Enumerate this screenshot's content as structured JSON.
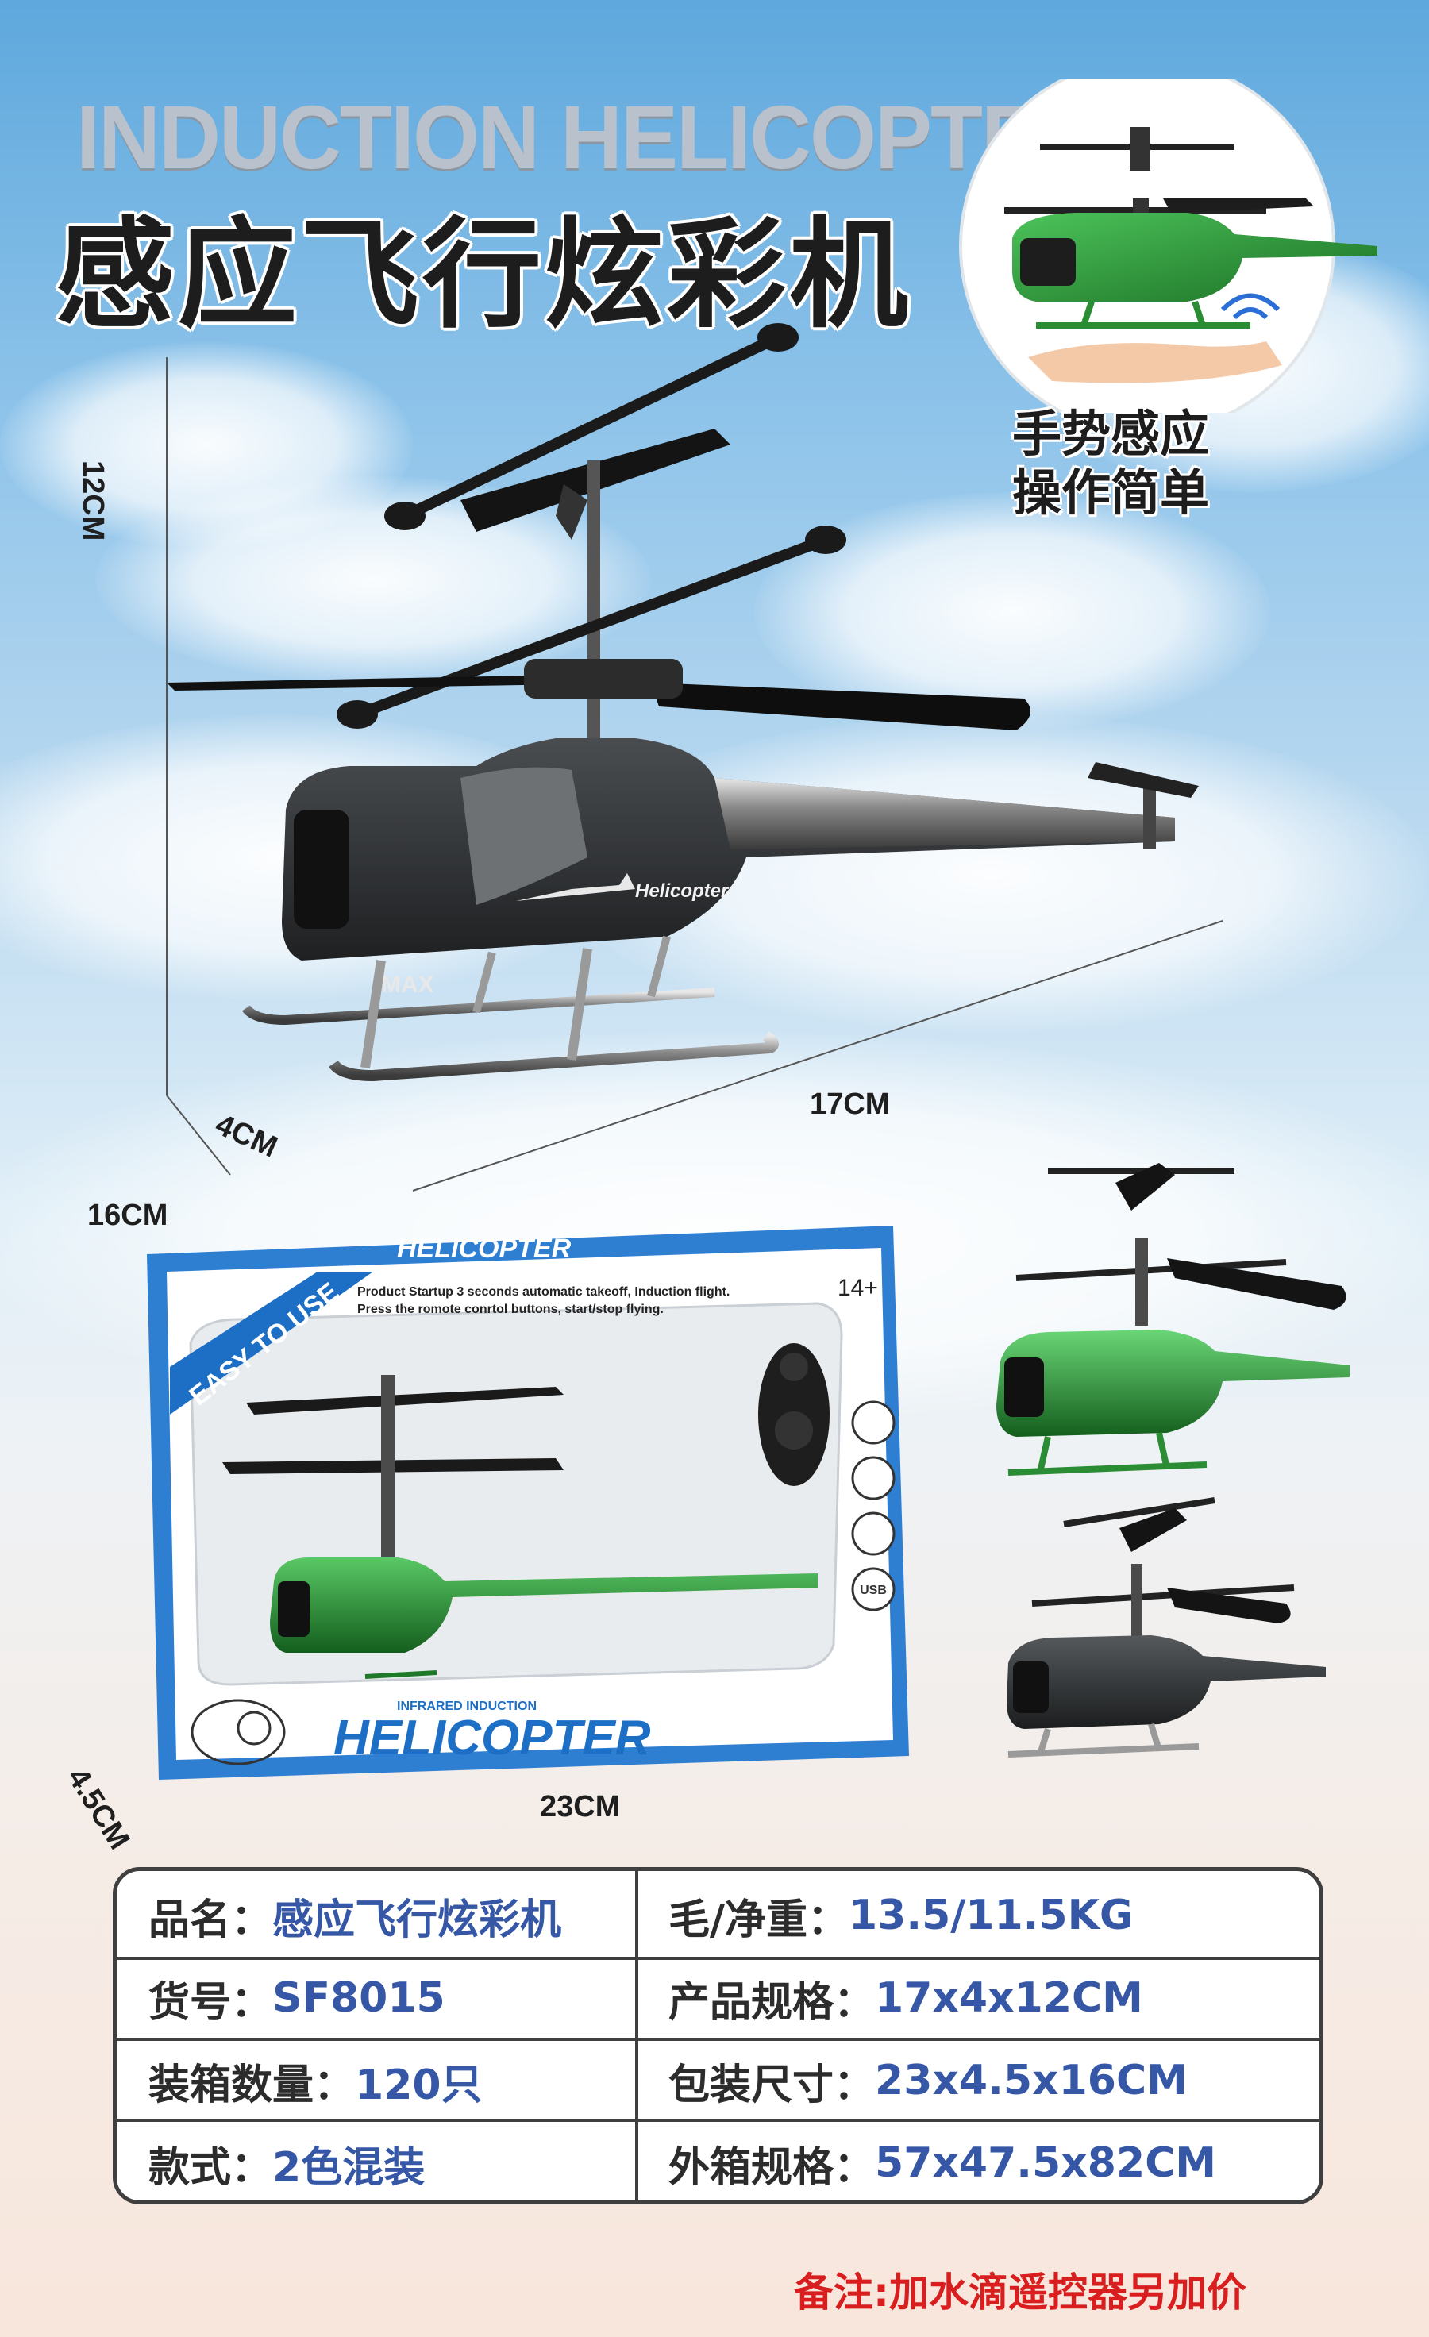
{
  "header": {
    "title_en": "INDUCTION HELICOPTER",
    "title_cn": "感应飞行炫彩机"
  },
  "gesture_callout": {
    "line1": "手势感应",
    "line2": "操作简单"
  },
  "dimensions": {
    "height": "12CM",
    "length": "17CM",
    "width": "4CM",
    "box_height": "16CM",
    "box_width": "23CM",
    "box_depth": "4.5CM"
  },
  "helicopter_labels": {
    "model": "MAX",
    "name": "Helicopter"
  },
  "package": {
    "top_brand": "HELICOPTER",
    "badge": "EASY TO USE",
    "description_line1": "Product Startup 3 seconds automatic takeoff, Induction flight.",
    "description_line2": "Press the romote conrtol buttons, start/stop flying.",
    "age": "14+",
    "sub_brand": "INFRARED INDUCTION",
    "brand": "HELICOPTER",
    "usb_label": "USB"
  },
  "specs": [
    {
      "left_key": "品名：",
      "left_val": "感应飞行炫彩机",
      "right_key": "毛/净重：",
      "right_val": "13.5/11.5KG"
    },
    {
      "left_key": "货号：",
      "left_val": "SF8015",
      "right_key": "产品规格：",
      "right_val": "17x4x12CM"
    },
    {
      "left_key": "装箱数量：",
      "left_val": "120只",
      "right_key": "包装尺寸：",
      "right_val": "23x4.5x16CM"
    },
    {
      "left_key": "款式：",
      "left_val": "2色混装",
      "right_key": "外箱规格：",
      "right_val": "57x47.5x82CM"
    }
  ],
  "note": "备注:加水滴遥控器另加价",
  "colors": {
    "green_variant": "#2e9a3a",
    "black_variant": "#3a3d40",
    "spec_value": "#3557a6",
    "note": "#d81e1e"
  }
}
